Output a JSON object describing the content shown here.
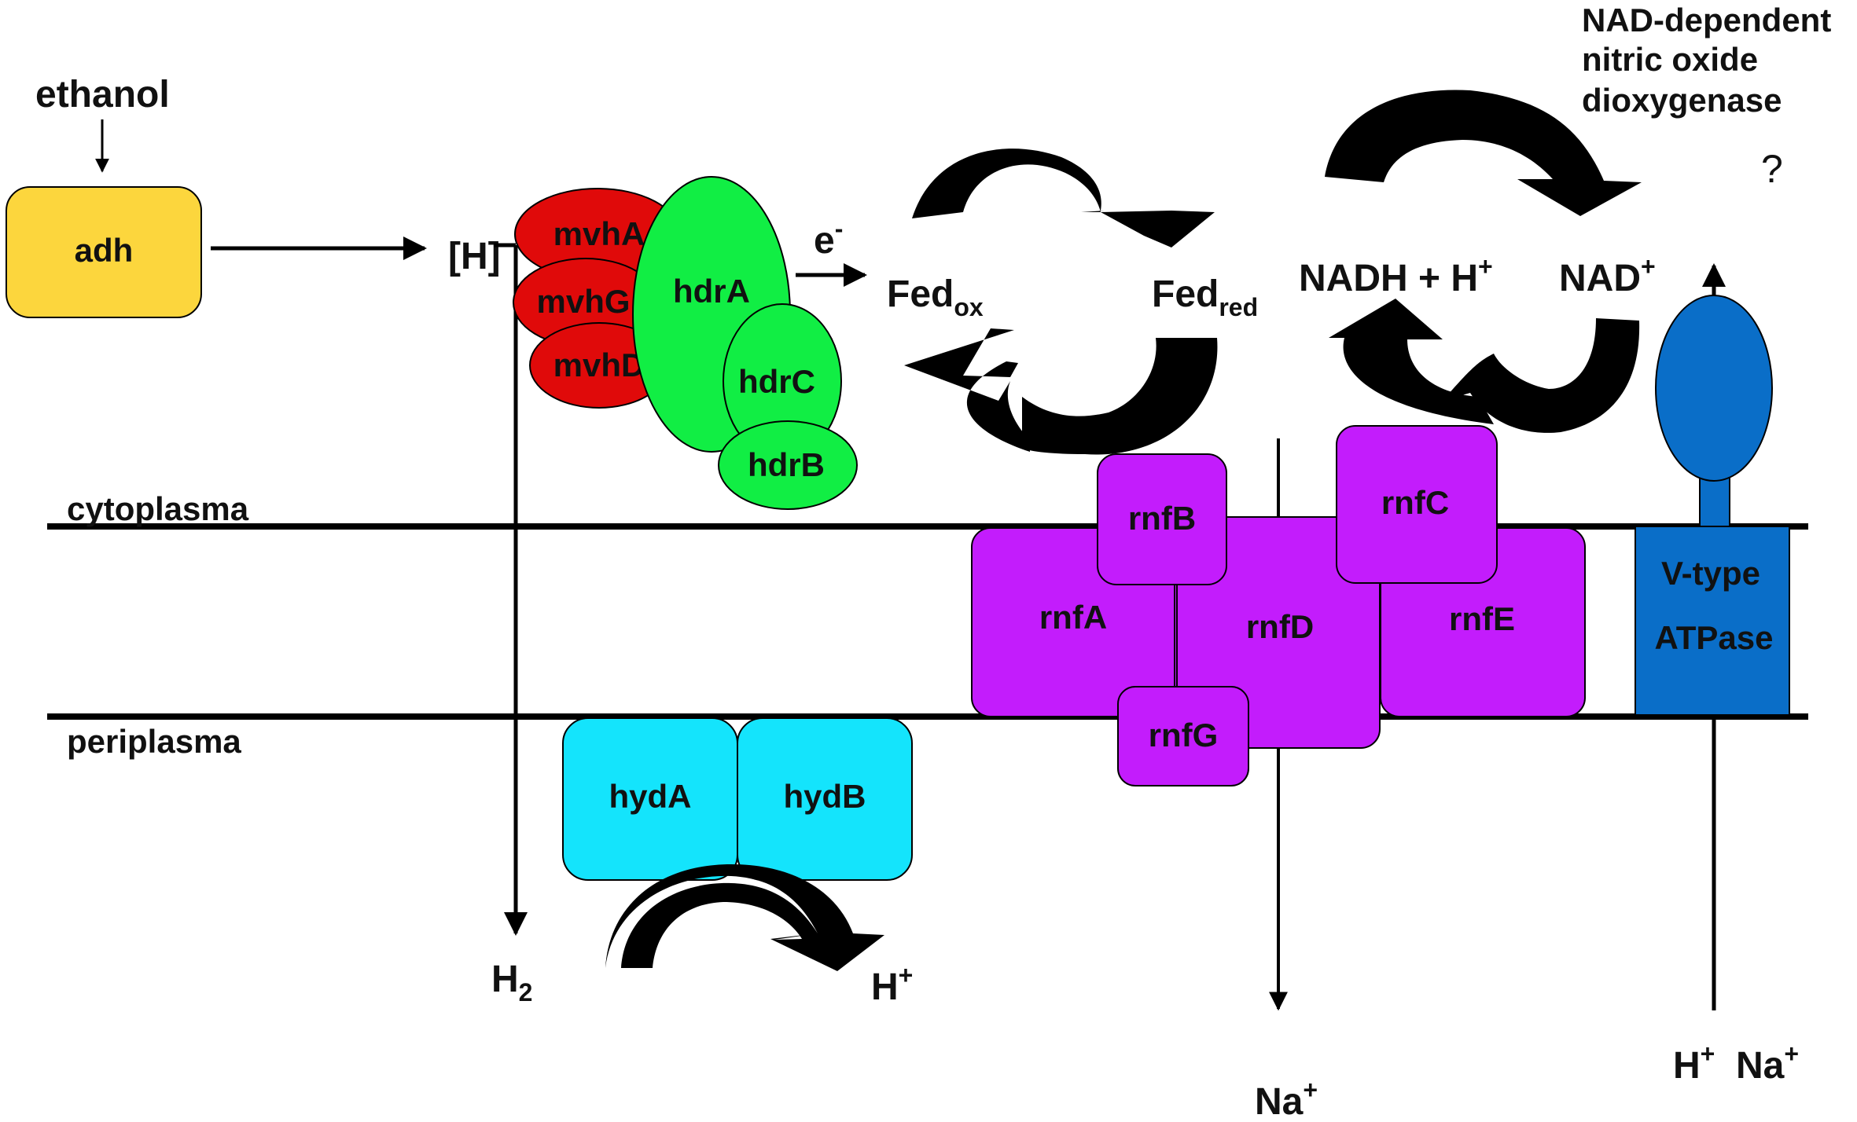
{
  "substrate": {
    "ethanol": "ethanol"
  },
  "enzymes": {
    "adh": "adh",
    "mvhA": "mvhA",
    "mvhG": "mvhG",
    "mvhD": "mvhD",
    "hdrA": "hdrA",
    "hdrC": "hdrC",
    "hdrB": "hdrB",
    "hydA": "hydA",
    "hydB": "hydB",
    "rnfA": "rnfA",
    "rnfB": "rnfB",
    "rnfC": "rnfC",
    "rnfD": "rnfD",
    "rnfE": "rnfE",
    "rnfG": "rnfG",
    "atpase_line1": "V-type",
    "atpase_line2": "ATPase"
  },
  "compartments": {
    "cytoplasma": "cytoplasma",
    "periplasma": "periplasma"
  },
  "species": {
    "h": "[H]",
    "e_base": "e",
    "e_sup": "-",
    "fed_base": "Fed",
    "fed_ox_sub": "ox",
    "fed_red_sub": "red",
    "nadh": "NADH + H",
    "nadh_sup": "+",
    "nad": "NAD",
    "nad_sup": "+",
    "h2_base": "H",
    "h2_sub": "2",
    "hplus_base": "H",
    "hplus_sup": "+",
    "na_base": "Na",
    "na_sup": "+"
  },
  "annotation": {
    "line1": "NAD-dependent",
    "line2": "nitric oxide",
    "line3": "dioxygenase",
    "question": "?"
  },
  "colors": {
    "adh": "#fcd63d",
    "mvh": "#e00a0a",
    "hdr": "#11ee44",
    "hyd": "#14e4fc",
    "rnf": "#c31cfc",
    "atpase": "#0a6ec8",
    "question": "#e8141e"
  }
}
